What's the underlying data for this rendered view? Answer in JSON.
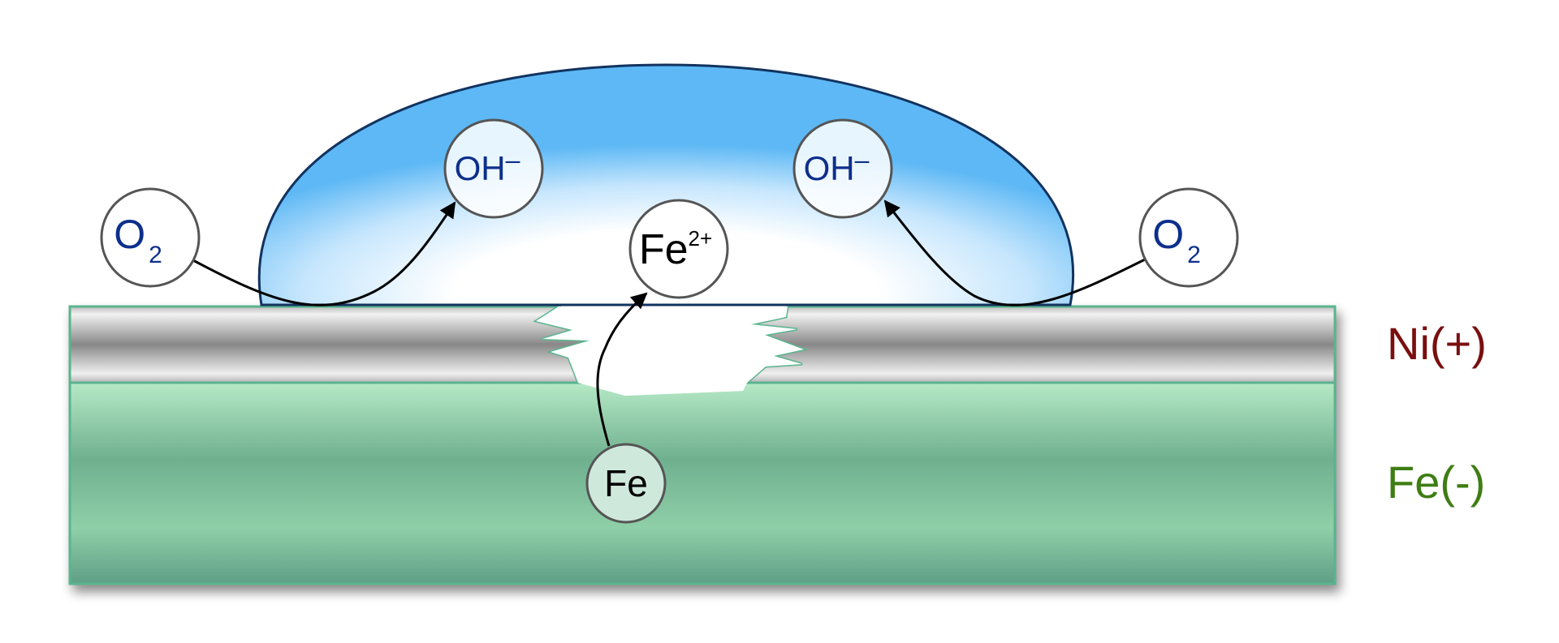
{
  "molecules": {
    "o2_left": {
      "base": "O",
      "sub": "2"
    },
    "o2_right": {
      "base": "O",
      "sub": "2"
    },
    "oh_left": {
      "base": "OH",
      "sup": "–"
    },
    "oh_right": {
      "base": "OH",
      "sup": "–"
    },
    "fe_ion": {
      "base": "Fe",
      "sup": "2+"
    },
    "fe_atom": {
      "base": "Fe"
    }
  },
  "layers": {
    "ni_label": "Ni(+)",
    "fe_label": "Fe(-)"
  },
  "colors": {
    "molecule_text": "#0d2f8c",
    "ni_label": "#7a0f0f",
    "fe_label": "#3e7d14",
    "droplet_edge": "#12335f",
    "droplet_blue": "#5db8f5",
    "steel_green": "#7fc29d",
    "nickel_gray": "#8a8a8a"
  }
}
